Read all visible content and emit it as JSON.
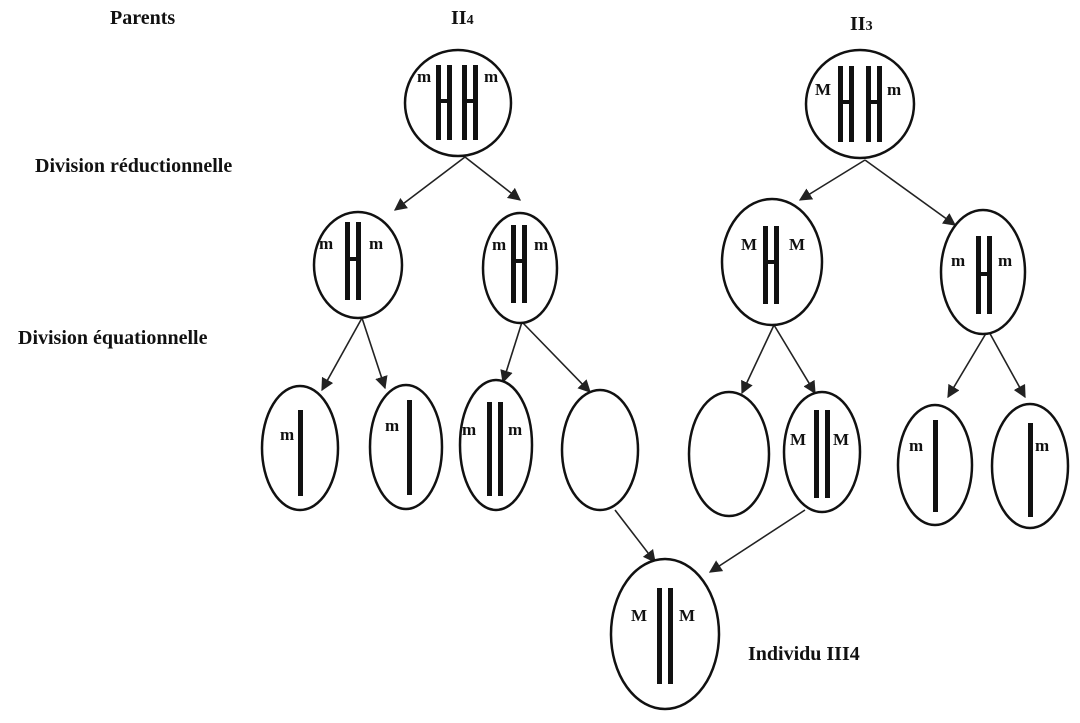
{
  "labels": {
    "parents": "Parents",
    "parent_left": "II",
    "parent_left_sub": "4",
    "parent_right": "II",
    "parent_right_sub": "3",
    "division_reductionnelle": "Division réductionnelle",
    "division_equationnelle": "Division équationnelle",
    "individu": "Individu III4"
  },
  "alleles": {
    "p_left_l": "m",
    "p_left_r": "m",
    "p_right_l": "M",
    "p_right_r": "m",
    "r1_l": "m",
    "r1_r": "m",
    "r2_l": "m",
    "r2_r": "m",
    "r3_l": "M",
    "r3_r": "M",
    "r4_l": "m",
    "r4_r": "m",
    "g1": "m",
    "g2": "m",
    "g3_l": "m",
    "g3_r": "m",
    "g6_l": "M",
    "g6_r": "M",
    "g7": "m",
    "g8": "m",
    "z_l": "M",
    "z_r": "M"
  }
}
